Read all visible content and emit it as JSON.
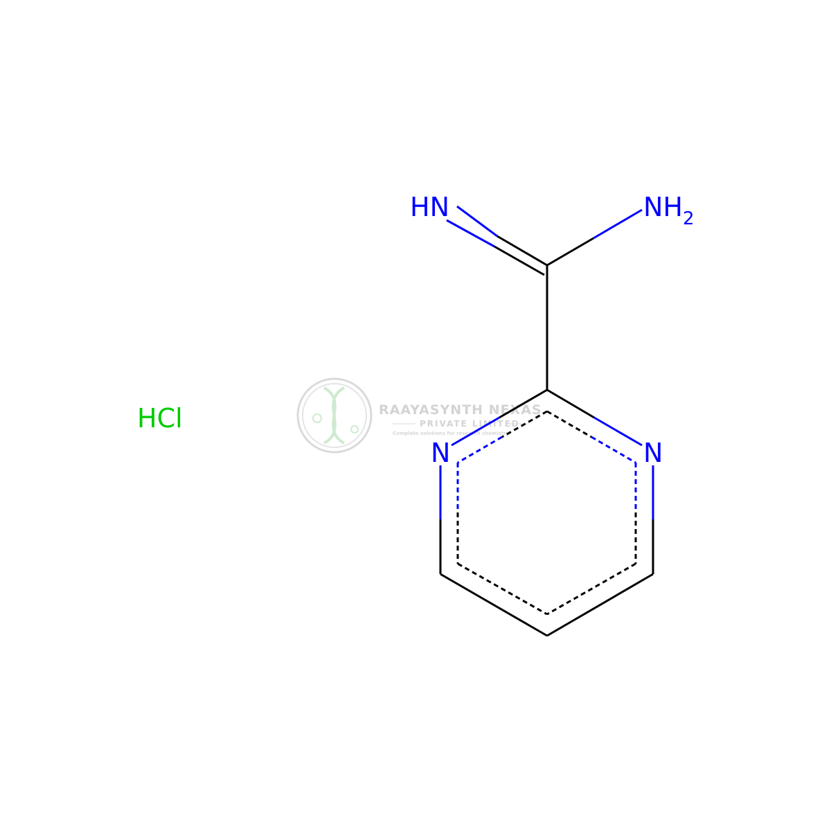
{
  "molecule": {
    "atoms": {
      "imine": "HN",
      "amine_base": "NH",
      "amine_sub": "2",
      "ring_n_left": "N",
      "ring_n_right": "N",
      "counterion": "HCl"
    },
    "colors": {
      "bond": "#000000",
      "nitrogen": "#0000ff",
      "chlorine": "#00cc00"
    }
  },
  "watermark": {
    "title": "RAAYASYNTH NEXAS",
    "subtitle": "PRIVATE LIMITED",
    "tagline": "Complete solutions for research chemistry",
    "color": "#b5b5b5"
  }
}
